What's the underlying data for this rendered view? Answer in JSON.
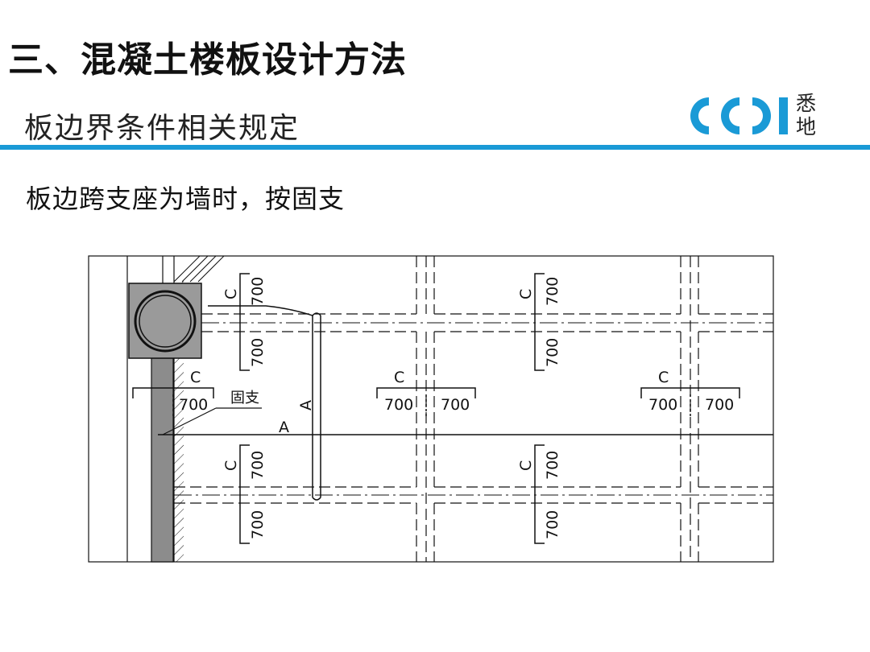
{
  "slide": {
    "title": "三、混凝土楼板设计方法",
    "subtitle": "板边界条件相关规定",
    "note": "板边跨支座为墙时，按固支"
  },
  "logo": {
    "line1": "悉",
    "line2": "地"
  },
  "colors": {
    "accent": "#1a9ad6",
    "wall_fill": "#8c8c8c",
    "column_fill": "#9a9a9a",
    "line": "#111111"
  },
  "diagram": {
    "labels": {
      "c": "C",
      "dim_700": "700",
      "a": "A",
      "fixed": "固支"
    }
  }
}
